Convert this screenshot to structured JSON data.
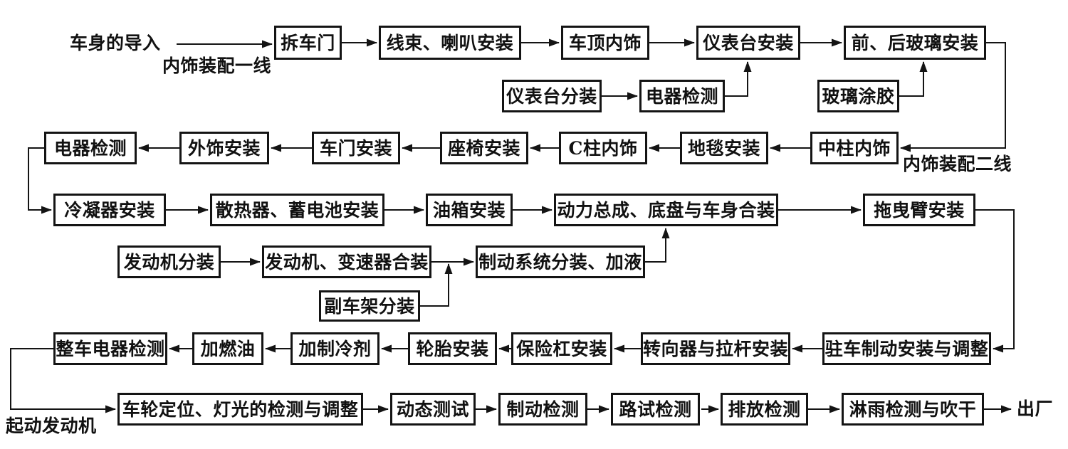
{
  "flowchart": {
    "colors": {
      "background": "#ffffff",
      "line": "#141414",
      "text": "#111111"
    },
    "nodes": {
      "remove_doors": {
        "label": "拆车门"
      },
      "harness_horn_install": {
        "label": "线束、喇叭安装"
      },
      "roof_trim": {
        "label": "车顶内饰"
      },
      "dashboard_install": {
        "label": "仪表台安装"
      },
      "front_rear_glass_install": {
        "label": "前、后玻璃安装"
      },
      "dashboard_subassembly": {
        "label": "仪表台分装"
      },
      "electrical_test_sub": {
        "label": "电器检测"
      },
      "glass_gluing": {
        "label": "玻璃涂胶"
      },
      "electrical_test_line2": {
        "label": "电器检测"
      },
      "exterior_trim_install": {
        "label": "外饰安装"
      },
      "door_install": {
        "label": "车门安装"
      },
      "seat_install": {
        "label": "座椅安装"
      },
      "c_pillar_trim": {
        "label": "C柱内饰"
      },
      "carpet_install": {
        "label": "地毯安装"
      },
      "center_pillar_trim": {
        "label": "中柱内饰"
      },
      "condenser_install": {
        "label": "冷凝器安装"
      },
      "radiator_battery_install": {
        "label": "散热器、蓄电池安装"
      },
      "fuel_tank_install": {
        "label": "油箱安装"
      },
      "powertrain_chassis_body_marriage": {
        "label": "动力总成、底盘与车身合装"
      },
      "trailing_arm_install": {
        "label": "拖曳臂安装"
      },
      "engine_subassembly": {
        "label": "发动机分装"
      },
      "engine_transmission_marriage": {
        "label": "发动机、变速器合装"
      },
      "brake_system_subassembly_fill": {
        "label": "制动系统分装、加液"
      },
      "subframe_subassembly": {
        "label": "副车架分装"
      },
      "vehicle_electrical_test": {
        "label": "整车电器检测"
      },
      "fueling": {
        "label": "加燃油"
      },
      "refrigerant_fill": {
        "label": "加制冷剂"
      },
      "tire_install": {
        "label": "轮胎安装"
      },
      "bumper_install": {
        "label": "保险杠安装"
      },
      "steering_tie_rod_install": {
        "label": "转向器与拉杆安装"
      },
      "parking_brake_install_adjust": {
        "label": "驻车制动安装与调整"
      },
      "wheel_alignment_light_check": {
        "label": "车轮定位、灯光的检测与调整"
      },
      "dynamic_test": {
        "label": "动态测试"
      },
      "brake_test": {
        "label": "制动检测"
      },
      "road_test": {
        "label": "路试检测"
      },
      "emission_test": {
        "label": "排放检测"
      },
      "rain_test_dry": {
        "label": "淋雨检测与吹干"
      }
    },
    "labels": {
      "body_import": {
        "text": "车身的导入"
      },
      "trim_line_1": {
        "text": "内饰装配一线"
      },
      "trim_line_2": {
        "text": "内饰装配二线"
      },
      "engine_start": {
        "text": "起动发动机"
      },
      "factory_out": {
        "text": "出厂"
      }
    },
    "edges": [
      {
        "from": "body_import",
        "to": "remove_doors"
      },
      {
        "from": "remove_doors",
        "to": "harness_horn_install"
      },
      {
        "from": "harness_horn_install",
        "to": "roof_trim"
      },
      {
        "from": "roof_trim",
        "to": "dashboard_install"
      },
      {
        "from": "dashboard_install",
        "to": "front_rear_glass_install"
      },
      {
        "from": "front_rear_glass_install",
        "to": "center_pillar_trim"
      },
      {
        "from": "dashboard_subassembly",
        "to": "electrical_test_sub"
      },
      {
        "from": "electrical_test_sub",
        "to": "dashboard_install"
      },
      {
        "from": "glass_gluing",
        "to": "front_rear_glass_install"
      },
      {
        "from": "center_pillar_trim",
        "to": "carpet_install"
      },
      {
        "from": "carpet_install",
        "to": "c_pillar_trim"
      },
      {
        "from": "c_pillar_trim",
        "to": "seat_install"
      },
      {
        "from": "seat_install",
        "to": "door_install"
      },
      {
        "from": "door_install",
        "to": "exterior_trim_install"
      },
      {
        "from": "exterior_trim_install",
        "to": "electrical_test_line2"
      },
      {
        "from": "electrical_test_line2",
        "to": "condenser_install"
      },
      {
        "from": "condenser_install",
        "to": "radiator_battery_install"
      },
      {
        "from": "radiator_battery_install",
        "to": "fuel_tank_install"
      },
      {
        "from": "fuel_tank_install",
        "to": "powertrain_chassis_body_marriage"
      },
      {
        "from": "powertrain_chassis_body_marriage",
        "to": "trailing_arm_install"
      },
      {
        "from": "engine_subassembly",
        "to": "engine_transmission_marriage"
      },
      {
        "from": "engine_transmission_marriage",
        "to": "brake_system_subassembly_fill"
      },
      {
        "from": "subframe_subassembly",
        "to": "brake_system_subassembly_fill"
      },
      {
        "from": "brake_system_subassembly_fill",
        "to": "powertrain_chassis_body_marriage"
      },
      {
        "from": "trailing_arm_install",
        "to": "parking_brake_install_adjust"
      },
      {
        "from": "parking_brake_install_adjust",
        "to": "steering_tie_rod_install"
      },
      {
        "from": "steering_tie_rod_install",
        "to": "bumper_install"
      },
      {
        "from": "bumper_install",
        "to": "tire_install"
      },
      {
        "from": "tire_install",
        "to": "refrigerant_fill"
      },
      {
        "from": "refrigerant_fill",
        "to": "fueling"
      },
      {
        "from": "fueling",
        "to": "vehicle_electrical_test"
      },
      {
        "from": "vehicle_electrical_test",
        "to": "wheel_alignment_light_check"
      },
      {
        "from": "wheel_alignment_light_check",
        "to": "dynamic_test"
      },
      {
        "from": "dynamic_test",
        "to": "brake_test"
      },
      {
        "from": "brake_test",
        "to": "road_test"
      },
      {
        "from": "road_test",
        "to": "emission_test"
      },
      {
        "from": "emission_test",
        "to": "rain_test_dry"
      },
      {
        "from": "rain_test_dry",
        "to": "factory_out"
      }
    ]
  }
}
